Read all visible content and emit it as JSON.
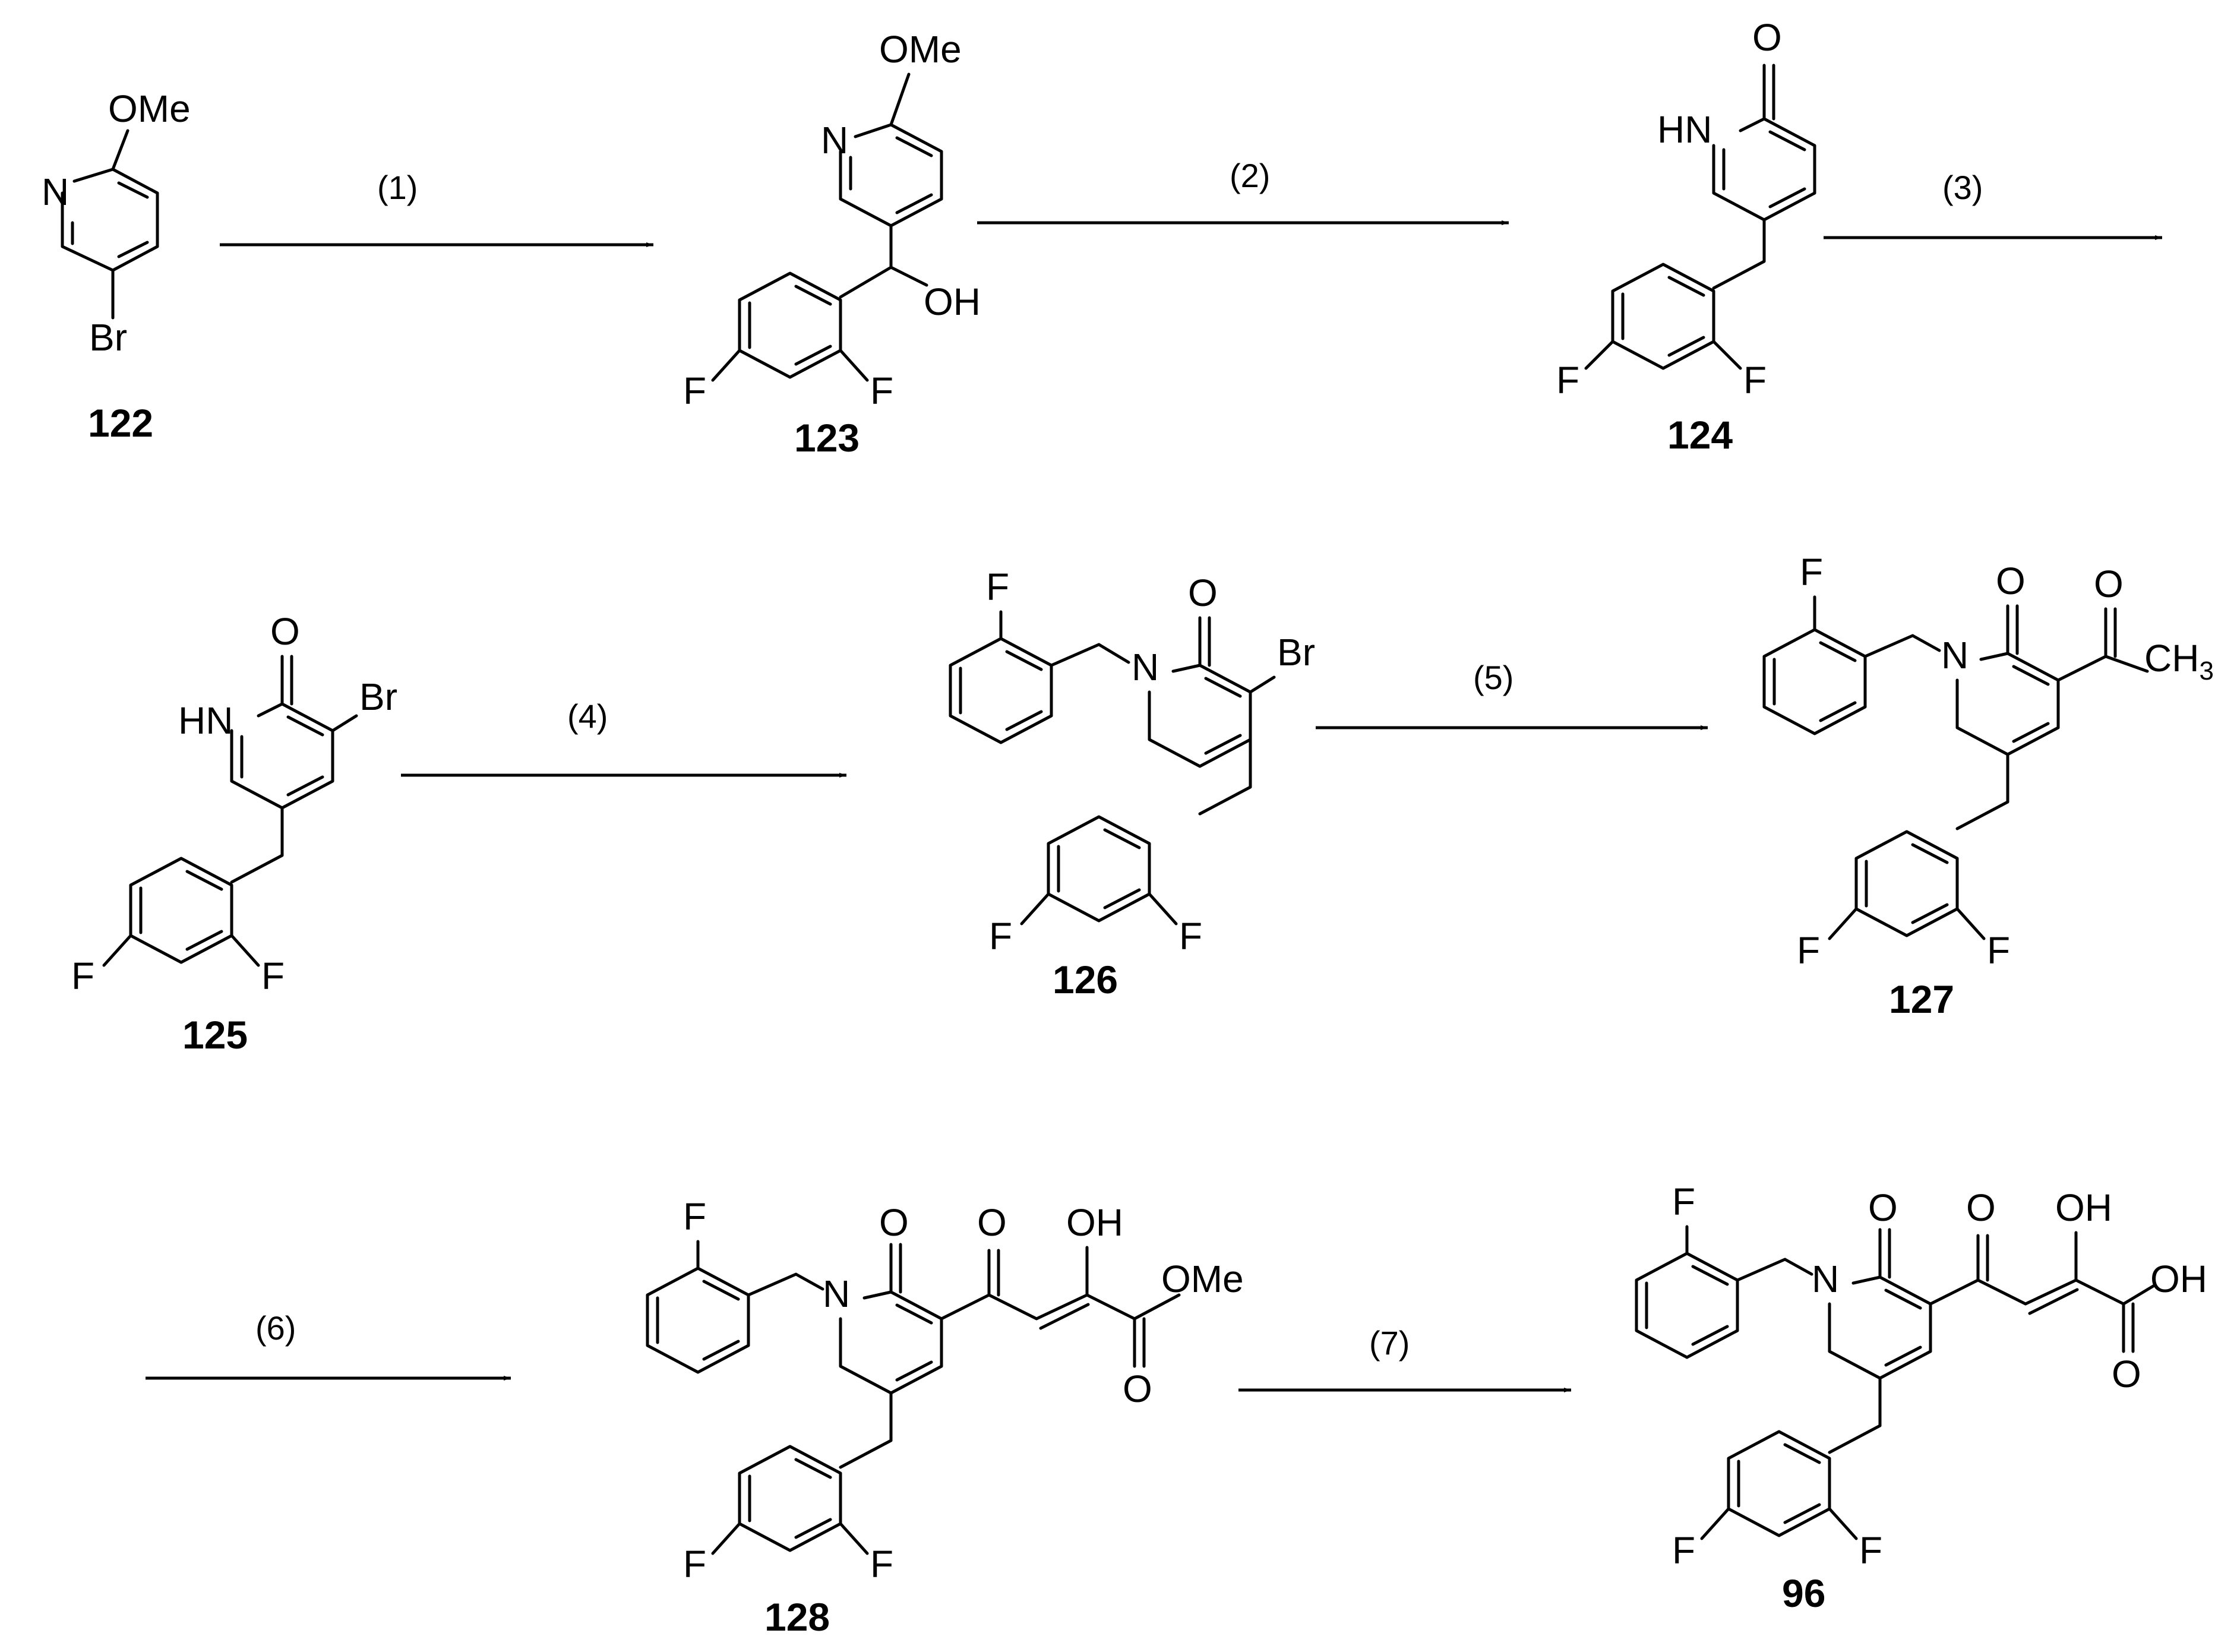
{
  "scheme": {
    "compounds": [
      {
        "id": "122"
      },
      {
        "id": "123"
      },
      {
        "id": "124"
      },
      {
        "id": "125"
      },
      {
        "id": "126"
      },
      {
        "id": "127"
      },
      {
        "id": "128"
      },
      {
        "id": "96"
      }
    ],
    "steps": [
      {
        "label": "(1)"
      },
      {
        "label": "(2)"
      },
      {
        "label": "(3)"
      },
      {
        "label": "(4)"
      },
      {
        "label": "(5)"
      },
      {
        "label": "(6)"
      },
      {
        "label": "(7)"
      }
    ],
    "atoms": {
      "OMe": "OMe",
      "N": "N",
      "Br": "Br",
      "OH": "OH",
      "F": "F",
      "O": "O",
      "HN": "HN",
      "CH": "CH",
      "sub3": "3"
    }
  }
}
